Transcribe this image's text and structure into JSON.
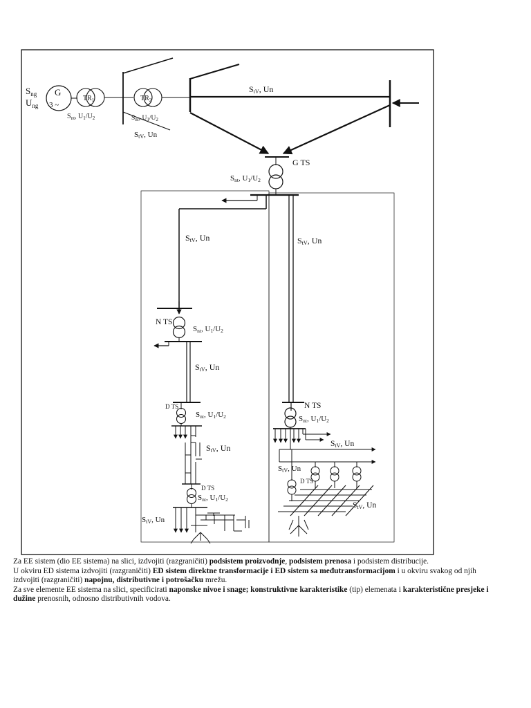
{
  "diagram": {
    "generator": {
      "s": "S",
      "s_sub": "ng",
      "u": "U",
      "u_sub": "ng",
      "symbol": "G",
      "phase": "3 ~"
    },
    "tr1": {
      "name": "TR",
      "name_sub": "1",
      "rating": [
        "S",
        "nt",
        ", U",
        "1",
        "/U",
        "2"
      ]
    },
    "tr2": {
      "name": "TR",
      "name_sub": "2",
      "rating": [
        "S",
        "nt",
        ", U",
        "1",
        "/U",
        "2"
      ]
    },
    "line_label": [
      "S",
      "tV",
      ", Un"
    ],
    "trafo_label": [
      "S",
      "nt",
      ", U",
      "1",
      "/U",
      "2"
    ],
    "gts_label": "G TS",
    "nts_label": "N TS",
    "dts_label": "D TS"
  },
  "caption": {
    "p1": [
      "Za EE sistem (dio EE sistema) na slici, izdvojiti  (razgraničiti) ",
      "podsistem proizvodnje",
      ", ",
      "podsistem prenosa",
      " i podsistem distribucije."
    ],
    "p2": [
      "U okviru ED sistema izdvojiti (razgraničiti) ",
      "ED sistem direktne transformacije i ED sistem sa međutransformacijom",
      " i u okviru svakog od njih izdvojiti (razgraničiti) ",
      "napojnu, distributivne i potrošačku",
      " mrežu."
    ],
    "p3": [
      "Za sve elemente EE sistema na slici, specificirati ",
      "naponske nivoe i snage; konstruktivne karakteristike",
      " (tip) elemenata i ",
      "karakteristične presjeke i dužine",
      " prenosnih, odnosno distributivnih vodova."
    ]
  }
}
